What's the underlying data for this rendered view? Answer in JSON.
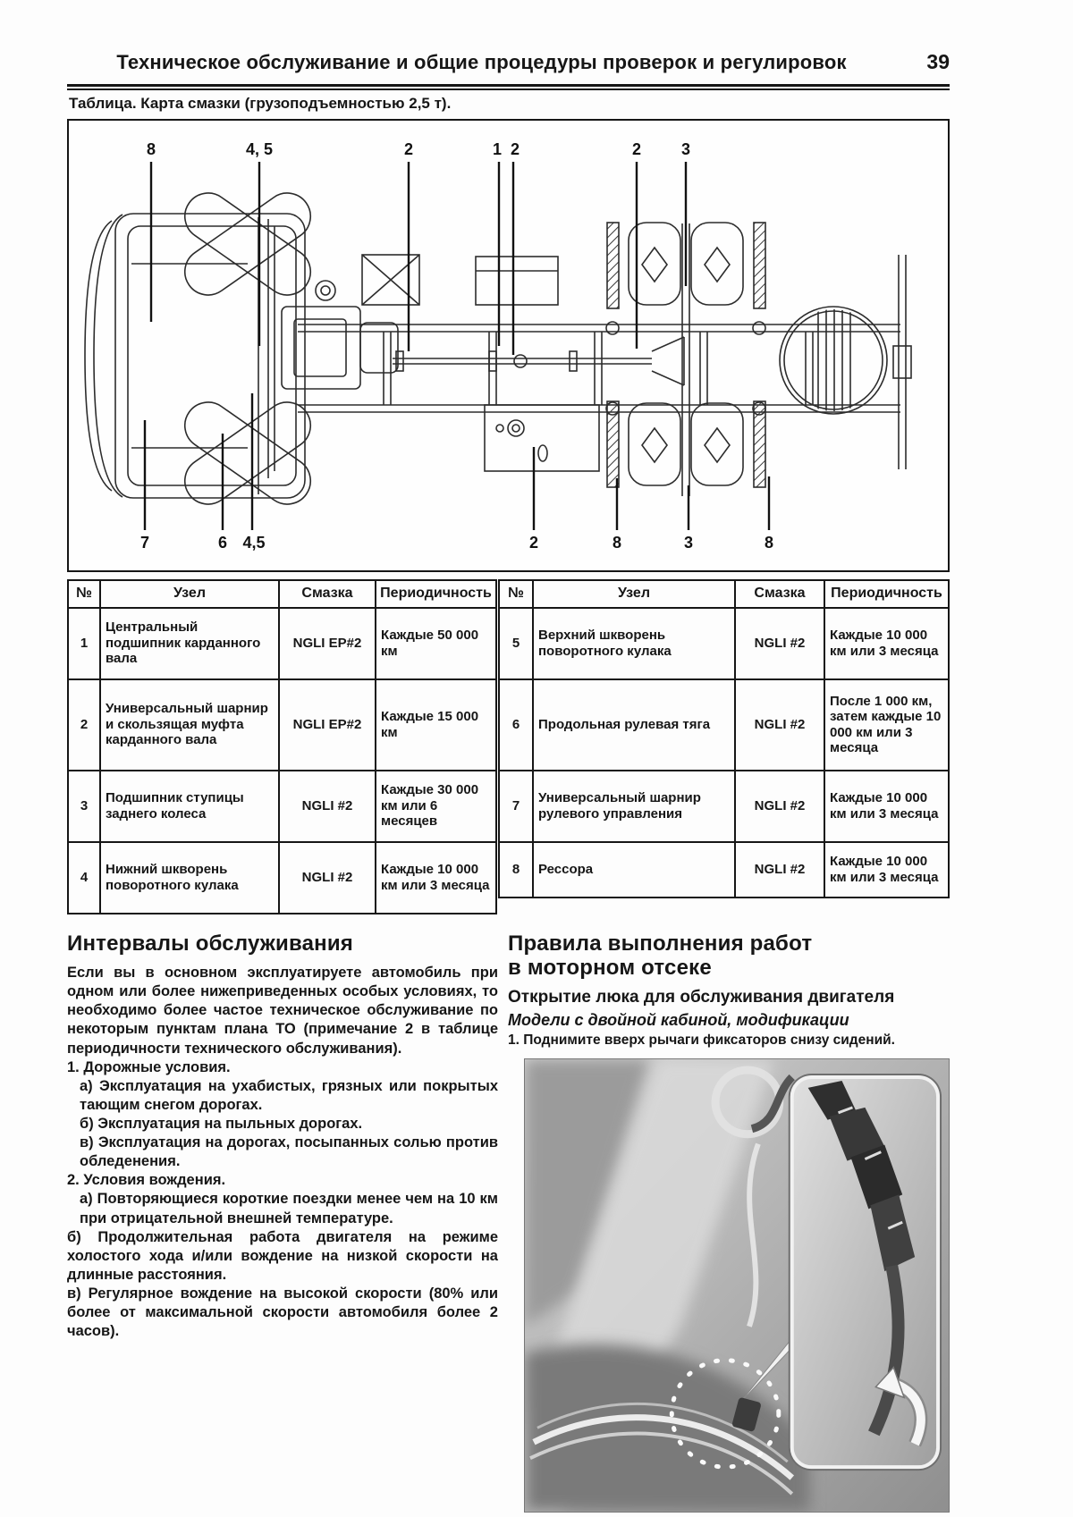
{
  "header": {
    "title": "Техническое обслуживание и общие процедуры проверок и регулировок",
    "page_number": "39"
  },
  "caption": "Таблица. Карта смазки (грузоподъемностью 2,5 т).",
  "diagram": {
    "description": "top-view-truck-chassis-lubrication-points",
    "callouts_top": [
      "8",
      "4, 5",
      "2",
      "1",
      "2",
      "2",
      "3"
    ],
    "callouts_bottom": [
      "7",
      "6",
      "4,5",
      "2",
      "8",
      "3",
      "8"
    ]
  },
  "lubrication_tables": {
    "headers": [
      "№",
      "Узел",
      "Смазка",
      "Периодичность"
    ],
    "left_rows": [
      {
        "num": "1",
        "node": "Центральный подшипник карданного вала",
        "grease": "NGLI EP#2",
        "interval": "Каждые 50 000 км"
      },
      {
        "num": "2",
        "node": "Универсальный шарнир и скользящая муфта карданного вала",
        "grease": "NGLI EP#2",
        "interval": "Каждые 15 000 км"
      },
      {
        "num": "3",
        "node": "Подшипник ступицы заднего колеса",
        "grease": "NGLI #2",
        "interval": "Каждые 30 000 км или 6 месяцев"
      },
      {
        "num": "4",
        "node": "Нижний шкворень поворотного кулака",
        "grease": "NGLI #2",
        "interval": "Каждые 10 000 км или 3 месяца"
      }
    ],
    "right_rows": [
      {
        "num": "5",
        "node": "Верхний шкворень поворотного кулака",
        "grease": "NGLI #2",
        "interval": "Каждые 10 000 км или 3 месяца"
      },
      {
        "num": "6",
        "node": "Продольная рулевая тяга",
        "grease": "NGLI #2",
        "interval": "После 1 000 км, затем каждые 10 000 км или 3 месяца"
      },
      {
        "num": "7",
        "node": "Универсальный шарнир рулевого управления",
        "grease": "NGLI #2",
        "interval": "Каждые 10 000 км или 3 месяца"
      },
      {
        "num": "8",
        "node": "Рессора",
        "grease": "NGLI #2",
        "interval": "Каждые 10 000 км или 3 месяца"
      }
    ]
  },
  "left_column": {
    "heading": "Интервалы обслуживания",
    "intro": "Если вы в основном эксплуатируете автомобиль при одном или более нижеприведенных особых условиях, то необходимо более частое техническое обслуживание по некоторым пунктам плана ТО (примечание 2 в таблице периодичности технического обслуживания).",
    "items": [
      "1. Дорожные условия.",
      "а) Эксплуатация на ухабистых, грязных или покрытых тающим снегом дорогах.",
      "б) Эксплуатация на пыльных дорогах.",
      "в) Эксплуатация на дорогах, посыпанных солью против обледенения.",
      "2. Условия вождения.",
      "а) Повторяющиеся короткие поездки менее чем на 10 км при отрицательной внешней температуре.",
      "б) Продолжительная работа двигателя на режиме холостого хода и/или вождение на низкой скорости на длинные расстояния.",
      "в) Регулярное вождение на высокой скорости (80% или более от максимальной скорости автомобиля более 2 часов)."
    ]
  },
  "right_column": {
    "heading_line1": "Правила выполнения работ",
    "heading_line2": "в моторном отсеке",
    "subheading": "Открытие люка для обслуживания двигателя",
    "variant": "Модели с двойной кабиной, модификации",
    "step1": "1. Поднимите вверх рычаги фиксаторов снизу сидений.",
    "photo_alt": "seat-latch-release-photo"
  }
}
